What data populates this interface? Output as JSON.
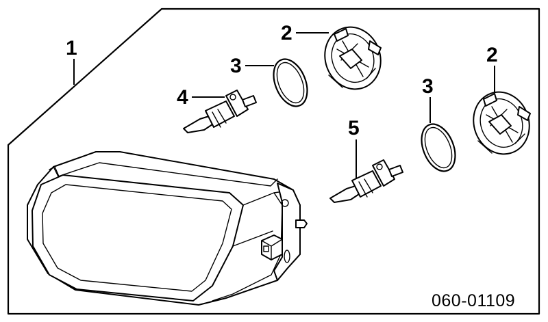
{
  "callouts": {
    "assembly": "1",
    "socket_left": "2",
    "socket_right": "2",
    "oring_left": "3",
    "oring_right": "3",
    "bulb_upper": "4",
    "bulb_lower": "5"
  },
  "diagram_code": "060-01109",
  "parts": {
    "assembly": "fog-lamp-assembly",
    "socket": "bulb-socket",
    "oring": "o-ring-seal",
    "bulb": "halogen-bulb"
  }
}
